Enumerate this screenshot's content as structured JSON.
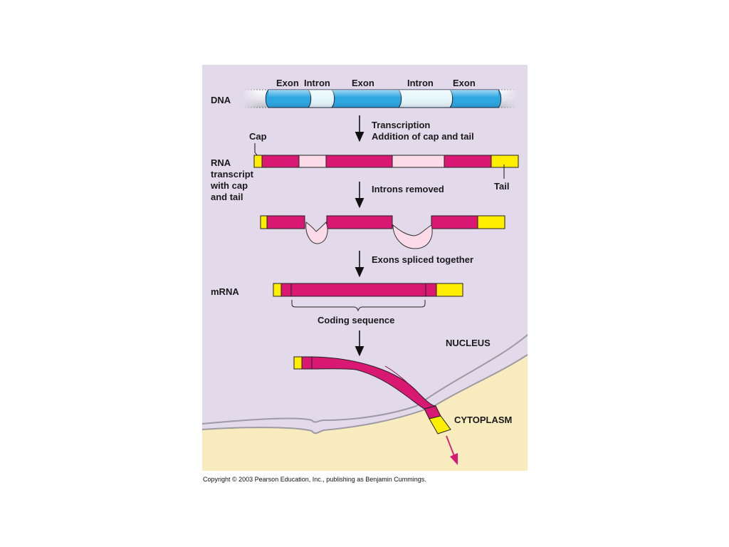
{
  "dna": {
    "label": "DNA",
    "segments": [
      "Exon",
      "Intron",
      "Exon",
      "Intron",
      "Exon"
    ]
  },
  "steps": {
    "transcription": "Transcription",
    "cap_tail": "Addition of cap and tail",
    "introns_removed": "Introns removed",
    "exons_spliced": "Exons spliced together"
  },
  "rna": {
    "cap_label": "Cap",
    "transcript_lines": [
      "RNA",
      "transcript",
      "with cap",
      "and tail"
    ],
    "tail_label": "Tail"
  },
  "mrna": {
    "label": "mRNA",
    "coding_label": "Coding sequence"
  },
  "regions": {
    "nucleus": "NUCLEUS",
    "cytoplasm": "CYTOPLASM"
  },
  "copyright": "Copyright © 2003 Pearson Education, Inc., publishing as Benjamin Cummings.",
  "colors": {
    "panel": "#e2daeb",
    "cytoplasm": "#f8ebbd",
    "exon_dna": "#2aa6e2",
    "intron_dna": "#e6f6fb",
    "exon_rna": "#d91874",
    "intron_rna": "#fbdbe8",
    "cap_tail": "#ffee00"
  }
}
